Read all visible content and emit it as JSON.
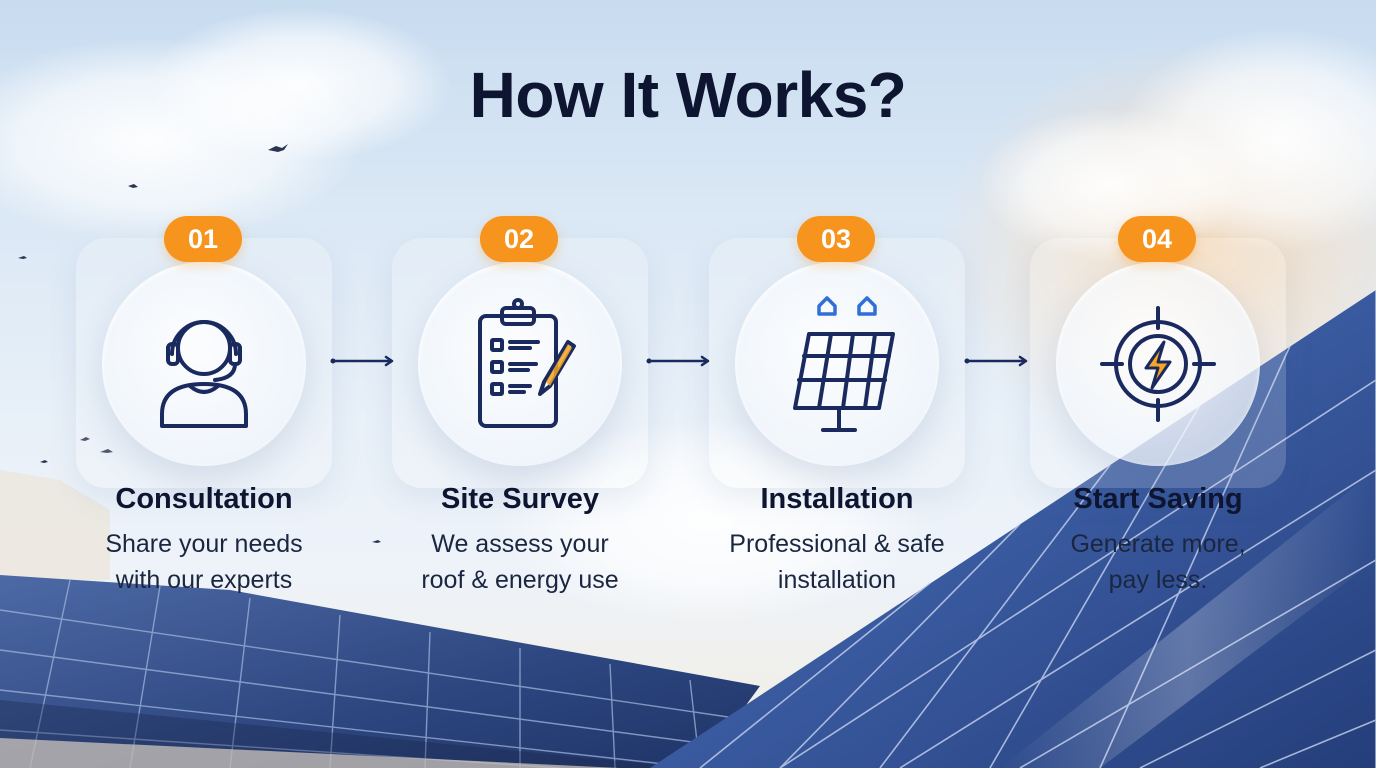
{
  "title": "How It Works?",
  "colors": {
    "badge": "#f7941d",
    "icon_stroke": "#1a2a5e",
    "heading": "#0d1530",
    "accent_blue": "#2f6fd6",
    "accent_orange": "#f5a623"
  },
  "steps": [
    {
      "number": "01",
      "title": "Consultation",
      "desc_line1": "Share your needs",
      "desc_line2": "with our experts",
      "icon": "headset-person-icon"
    },
    {
      "number": "02",
      "title": "Site Survey",
      "desc_line1": "We assess your",
      "desc_line2": "roof & energy use",
      "icon": "clipboard-checklist-icon"
    },
    {
      "number": "03",
      "title": "Installation",
      "desc_line1": "Professional & safe",
      "desc_line2": "installation",
      "icon": "solar-panel-icon"
    },
    {
      "number": "04",
      "title": "Start Saving",
      "desc_line1": "Generate more,",
      "desc_line2": "pay less.",
      "icon": "energy-bolt-icon"
    }
  ],
  "connectors": [
    "arrow-right-icon",
    "arrow-right-icon",
    "arrow-right-icon"
  ]
}
